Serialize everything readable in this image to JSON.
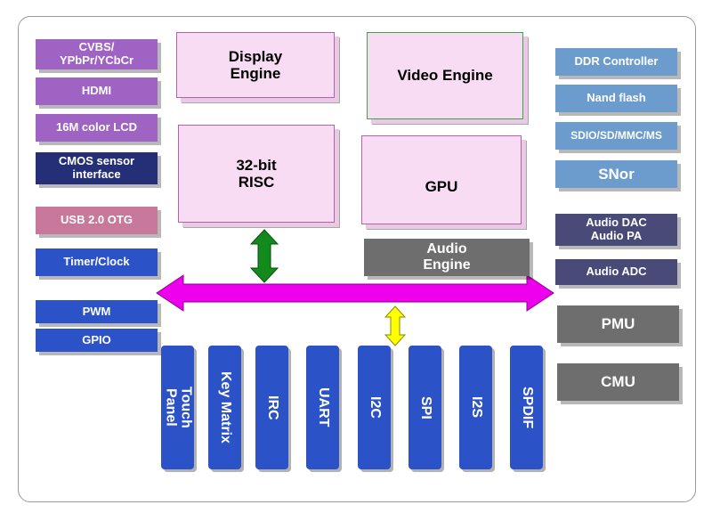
{
  "left_blocks": {
    "cvbs": "CVBS/\nYPbPr/YCbCr",
    "hdmi": "HDMI",
    "lcd": "16M color LCD",
    "cmos": "CMOS sensor\ninterface",
    "usb": "USB 2.0 OTG",
    "timer": "Timer/Clock",
    "pwm": "PWM",
    "gpio": "GPIO"
  },
  "core_blocks": {
    "display_engine": "Display\nEngine",
    "risc": "32-bit\nRISC",
    "video_engine": "Video Engine",
    "gpu": "GPU",
    "audio_engine": "Audio\nEngine"
  },
  "right_blocks": {
    "ddr": "DDR Controller",
    "nand": "Nand flash",
    "sdio": "SDIO/SD/MMC/MS",
    "snor": "SNor",
    "audio_dac": "Audio DAC\nAudio PA",
    "audio_adc": "Audio ADC",
    "pmu": "PMU",
    "cmu": "CMU"
  },
  "bottom_blocks": {
    "touch_panel": "Touch\nPanel",
    "key_matrix": "Key Matrix",
    "irc": "IRC",
    "uart": "UART",
    "i2c": "I2C",
    "spi": "SPI",
    "i2s": "I2S",
    "spdif": "SPDIF"
  },
  "colors": {
    "bus": "#ee00ee",
    "risc_link": "#138a1c",
    "io_link": "#ffff00",
    "core_fill": "#f7dcf4"
  }
}
